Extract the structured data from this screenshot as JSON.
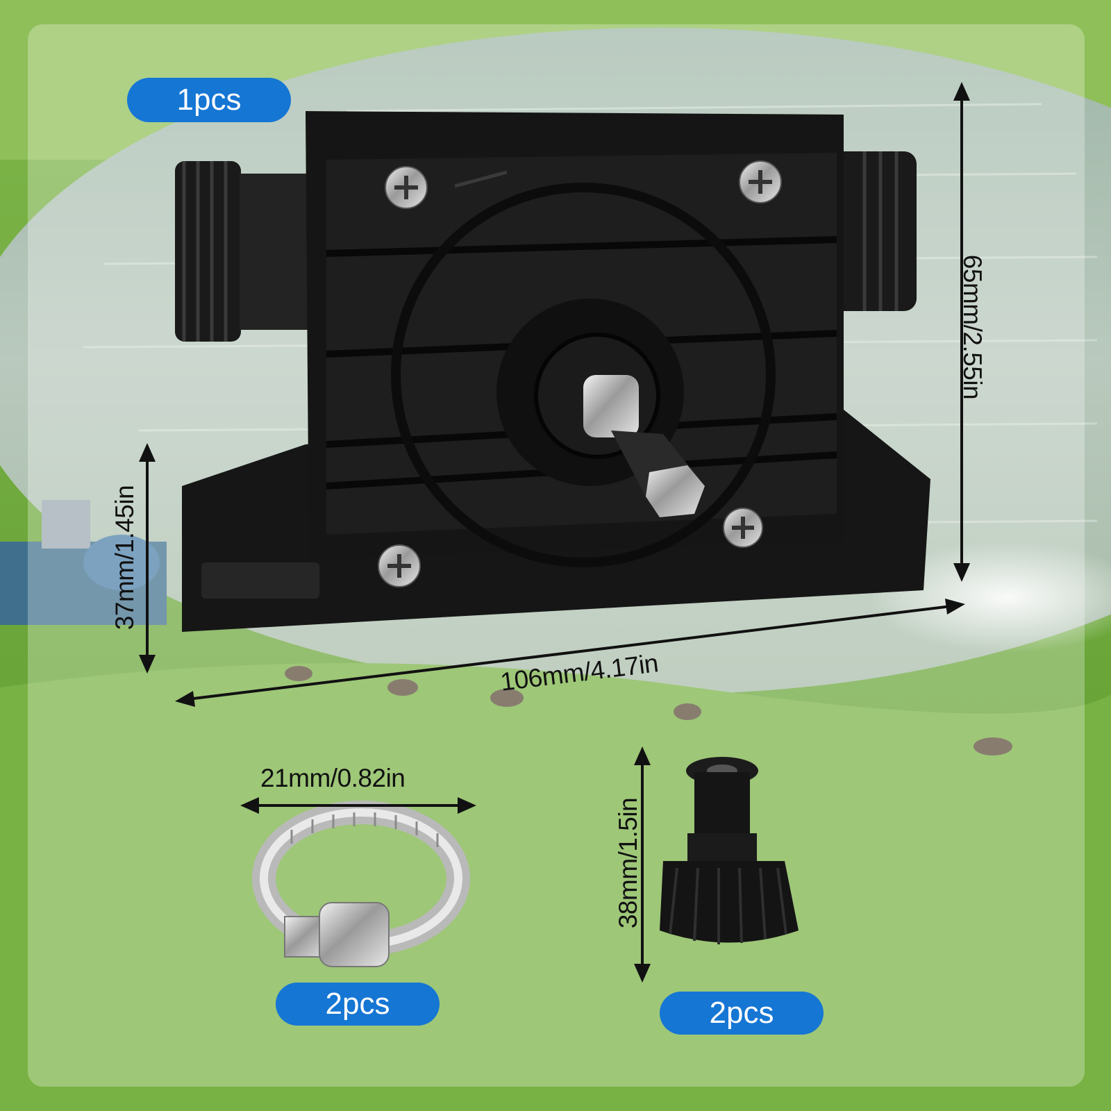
{
  "colors": {
    "badge": "#1576d4",
    "lawn": "#6fa83c",
    "water": "#b9c9b2",
    "panel_overlay": "#ffffff",
    "product": "#141414"
  },
  "pump": {
    "quantity": "1pcs",
    "height": "65mm/2.55in",
    "width": "106mm/4.17in",
    "base_height": "37mm/1.45in"
  },
  "hose_clamp": {
    "quantity": "2pcs",
    "width": "21mm/0.82in"
  },
  "connector": {
    "quantity": "2pcs",
    "height": "38mm/1.5in"
  },
  "icons": [
    "pump-image",
    "hose-clamp-image",
    "hose-connector-image",
    "pond-background"
  ]
}
